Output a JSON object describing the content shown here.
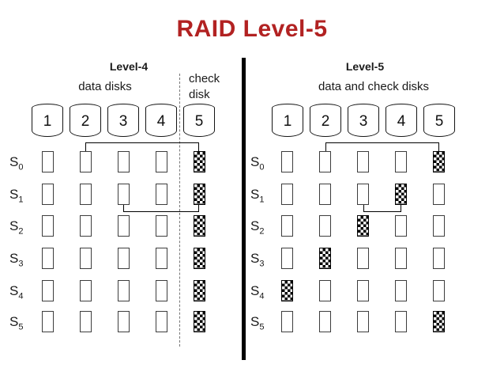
{
  "title": "RAID Level-5",
  "colors": {
    "title_red": "#B22222",
    "line_black": "#000000",
    "block_border_gray": "#3d3d3d"
  },
  "left": {
    "header": "Level-4",
    "data_disks_label": "data disks",
    "check_disk_label_line1": "check",
    "check_disk_label_line2": "disk",
    "disks": [
      "1",
      "2",
      "3",
      "4",
      "5"
    ],
    "rows": [
      {
        "label": "S",
        "sub": "0",
        "cells": [
          "data",
          "data",
          "data",
          "data",
          "parity"
        ]
      },
      {
        "label": "S",
        "sub": "1",
        "cells": [
          "data",
          "data",
          "data",
          "data",
          "parity"
        ]
      },
      {
        "label": "S",
        "sub": "2",
        "cells": [
          "data",
          "data",
          "data",
          "data",
          "parity"
        ]
      },
      {
        "label": "S",
        "sub": "3",
        "cells": [
          "data",
          "data",
          "data",
          "data",
          "parity"
        ]
      },
      {
        "label": "S",
        "sub": "4",
        "cells": [
          "data",
          "data",
          "data",
          "data",
          "parity"
        ]
      },
      {
        "label": "S",
        "sub": "5",
        "cells": [
          "data",
          "data",
          "data",
          "data",
          "parity"
        ]
      }
    ]
  },
  "right": {
    "header": "Level-5",
    "data_disks_label": "data and check disks",
    "disks": [
      "1",
      "2",
      "3",
      "4",
      "5"
    ],
    "rows": [
      {
        "label": "S",
        "sub": "0",
        "cells": [
          "data",
          "data",
          "data",
          "data",
          "parity"
        ]
      },
      {
        "label": "S",
        "sub": "1",
        "cells": [
          "data",
          "data",
          "data",
          "parity",
          "data"
        ]
      },
      {
        "label": "S",
        "sub": "2",
        "cells": [
          "data",
          "data",
          "parity",
          "data",
          "data"
        ]
      },
      {
        "label": "S",
        "sub": "3",
        "cells": [
          "data",
          "parity",
          "data",
          "data",
          "data"
        ]
      },
      {
        "label": "S",
        "sub": "4",
        "cells": [
          "parity",
          "data",
          "data",
          "data",
          "data"
        ]
      },
      {
        "label": "S",
        "sub": "5",
        "cells": [
          "data",
          "data",
          "data",
          "data",
          "parity"
        ]
      }
    ]
  }
}
